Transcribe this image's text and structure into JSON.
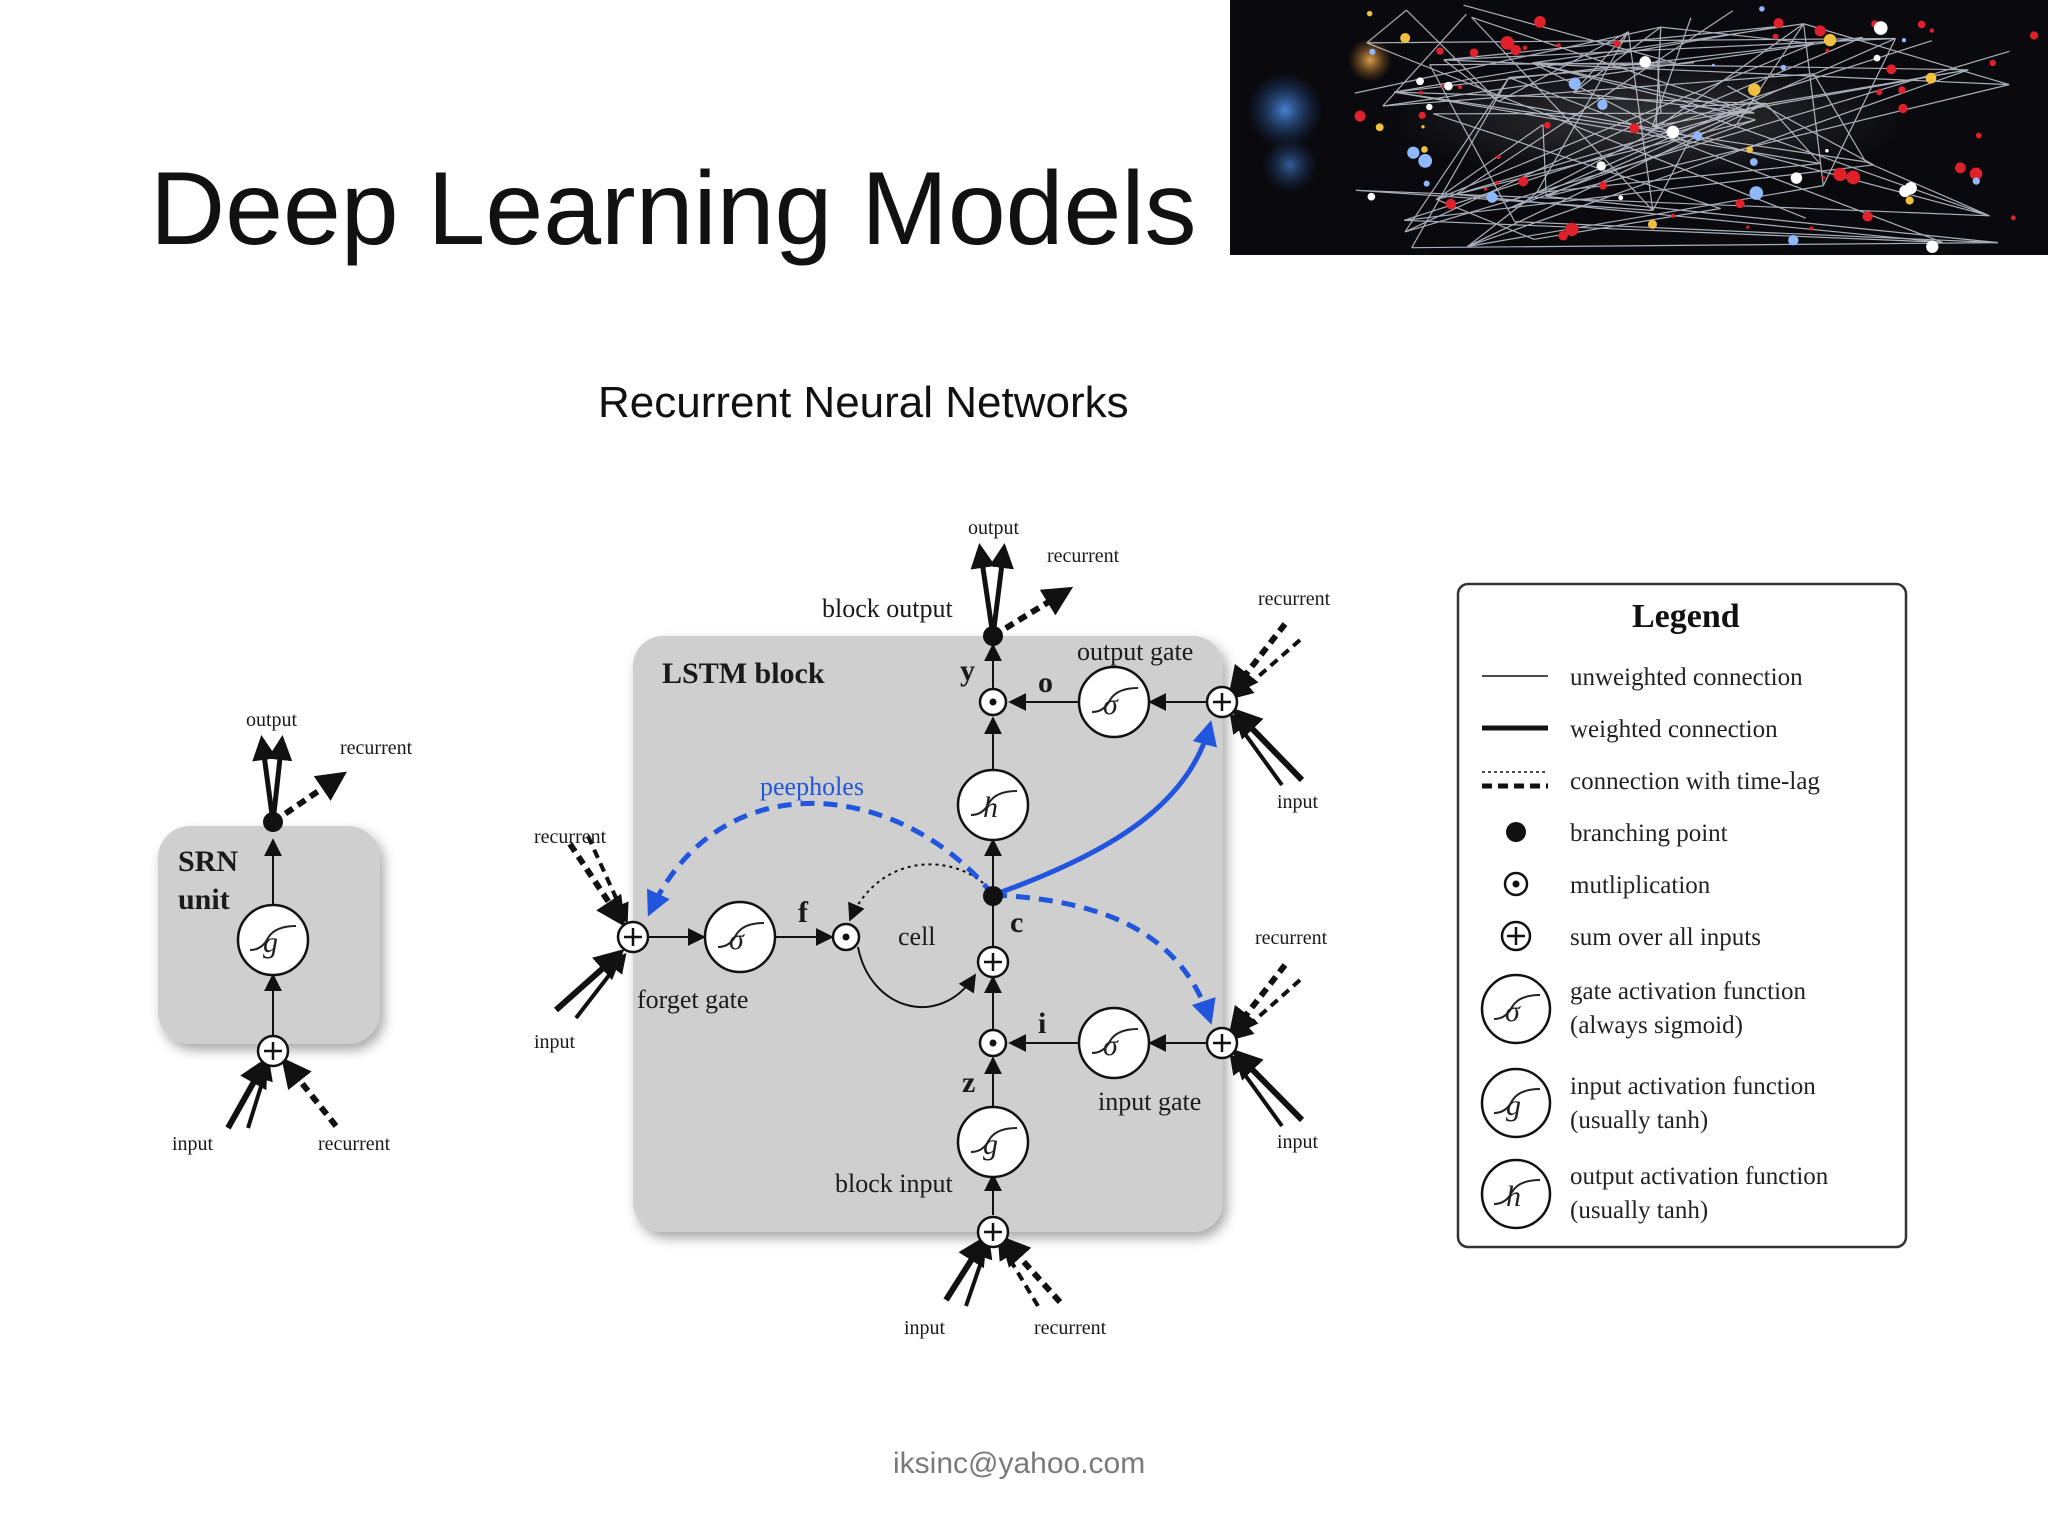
{
  "slide": {
    "title": "Deep Learning Models",
    "subtitle": "Recurrent Neural Networks",
    "footer": "iksinc@yahoo.com"
  },
  "srn": {
    "name_line1": "SRN",
    "name_line2": "unit",
    "activation_glyph": "g",
    "output": "output",
    "recurrent_out": "recurrent",
    "input": "input",
    "recurrent_in": "recurrent"
  },
  "lstm": {
    "title": "LSTM block",
    "block_output": "block output",
    "output": "output",
    "recurrent_out": "recurrent",
    "y": "y",
    "o": "o",
    "output_gate": "output gate",
    "peepholes": "peepholes",
    "f": "f",
    "cell": "cell",
    "c": "c",
    "forget_gate": "forget gate",
    "i": "i",
    "z": "z",
    "input_gate": "input gate",
    "block_input": "block input",
    "sigma": "σ",
    "g": "g",
    "h": "h",
    "og_recurrent": "recurrent",
    "og_input": "input",
    "fg_recurrent": "recurrent",
    "fg_input": "input",
    "ig_recurrent": "recurrent",
    "ig_input": "input",
    "bi_input": "input",
    "bi_recurrent": "recurrent"
  },
  "legend": {
    "title": "Legend",
    "items": [
      {
        "symbol": "thin-line",
        "text": "unweighted connection"
      },
      {
        "symbol": "thick-line",
        "text": "weighted connection"
      },
      {
        "symbol": "dashed-line",
        "text": "connection with time-lag"
      },
      {
        "symbol": "filled-dot",
        "text": "branching point"
      },
      {
        "symbol": "circle-dot",
        "text": "mutliplication"
      },
      {
        "symbol": "circle-plus",
        "text": "sum over all inputs"
      },
      {
        "symbol": "sigma-circle",
        "text": "gate activation function",
        "text2": "(always sigmoid)"
      },
      {
        "symbol": "g-circle",
        "text": "input activation function",
        "text2": "(usually tanh)"
      },
      {
        "symbol": "h-circle",
        "text": "output activation function",
        "text2": "(usually tanh)"
      }
    ]
  },
  "colors": {
    "block_fill": "#cfcfcf",
    "peephole_blue": "#2255dd",
    "banner_bg": "#0a0a0e"
  }
}
